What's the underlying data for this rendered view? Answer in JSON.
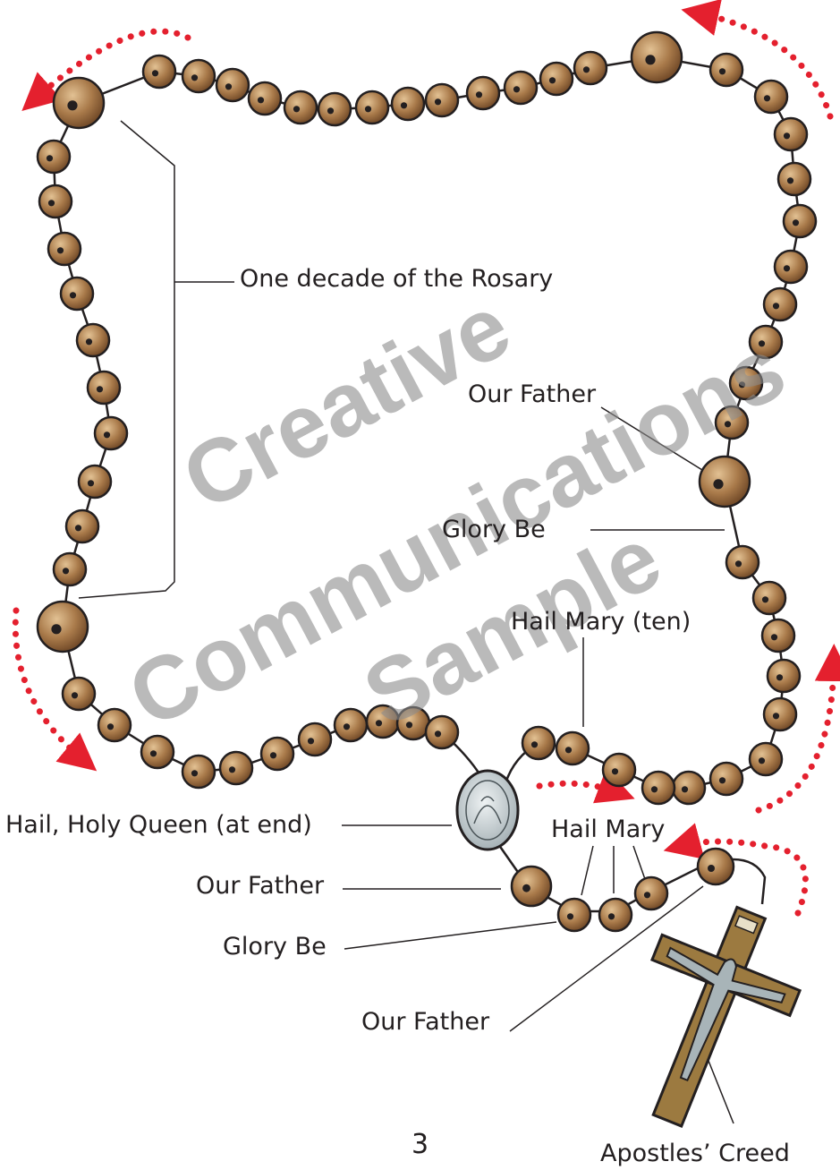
{
  "labels": {
    "decade": "One decade of the Rosary",
    "our_father_upper": "Our Father",
    "glory_be_upper": "Glory Be",
    "hail_mary_ten": "Hail Mary (ten)",
    "hail_holy_queen": "Hail, Holy Queen (at end)",
    "hail_mary": "Hail Mary",
    "our_father_lower": "Our Father",
    "glory_be_lower": "Glory Be",
    "our_father_crucifix": "Our Father",
    "apostles_creed": "Apostles’ Creed"
  },
  "page_number": "3",
  "watermark": [
    "Creative",
    "Communications",
    "Sample"
  ],
  "colors": {
    "bead": "#a97a4a",
    "bead_dark": "#6b4424",
    "arrow": "#e4202e",
    "cross_wood": "#9c7a40",
    "corpus": "#a8b4b8",
    "medal": "#b9c4c8"
  }
}
